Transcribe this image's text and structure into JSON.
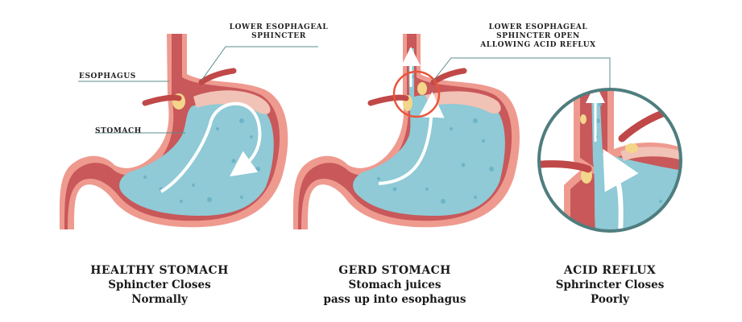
{
  "labels": {
    "healthy_les": [
      "LOWER ESOPHAGEAL",
      "SPHINCTER"
    ],
    "esophagus": "ESOPHAGUS",
    "stomach": "STOMACH",
    "gerd_les": [
      "LOWER ESOPHAGEAL",
      "SPHINCTER OPEN",
      "ALLOWING ACID REFLUX"
    ]
  },
  "captions": {
    "healthy": {
      "title": "HEALTHY STOMACH",
      "line1": "Sphincter Closes",
      "line2": "Normally"
    },
    "gerd": {
      "title": "GERD STOMACH",
      "line1": "Stomach juices",
      "line2": "pass up into esophagus"
    },
    "reflux": {
      "title": "ACID REFLUX",
      "line1": "Sphrincter Closes",
      "line2": "Poorly"
    }
  },
  "colors": {
    "outer_wall": "#ef9a8f",
    "muscle": "#c8585a",
    "juice": "#8fcad6",
    "lining": "#f1c2b6",
    "leader_line": "#5e8c8c",
    "highlight_circle": "#e8553a",
    "zoom_ring": "#4f7d7e"
  }
}
